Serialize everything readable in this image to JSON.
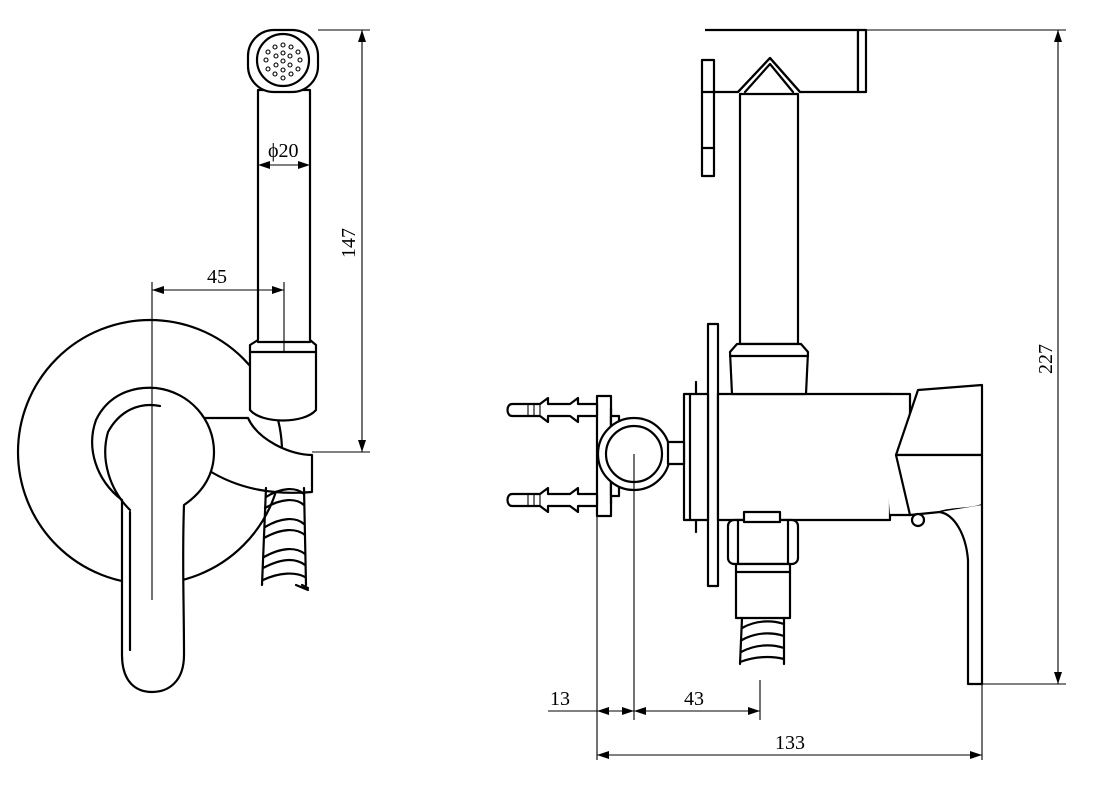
{
  "dimensions": {
    "diameter": "ϕ20",
    "hose_height": "147",
    "handle_offset": "45",
    "total_height": "227",
    "wall_offset": "13",
    "outlet_offset": "43",
    "total_depth": "133"
  },
  "colors": {
    "line": "#000000",
    "background": "#ffffff"
  }
}
